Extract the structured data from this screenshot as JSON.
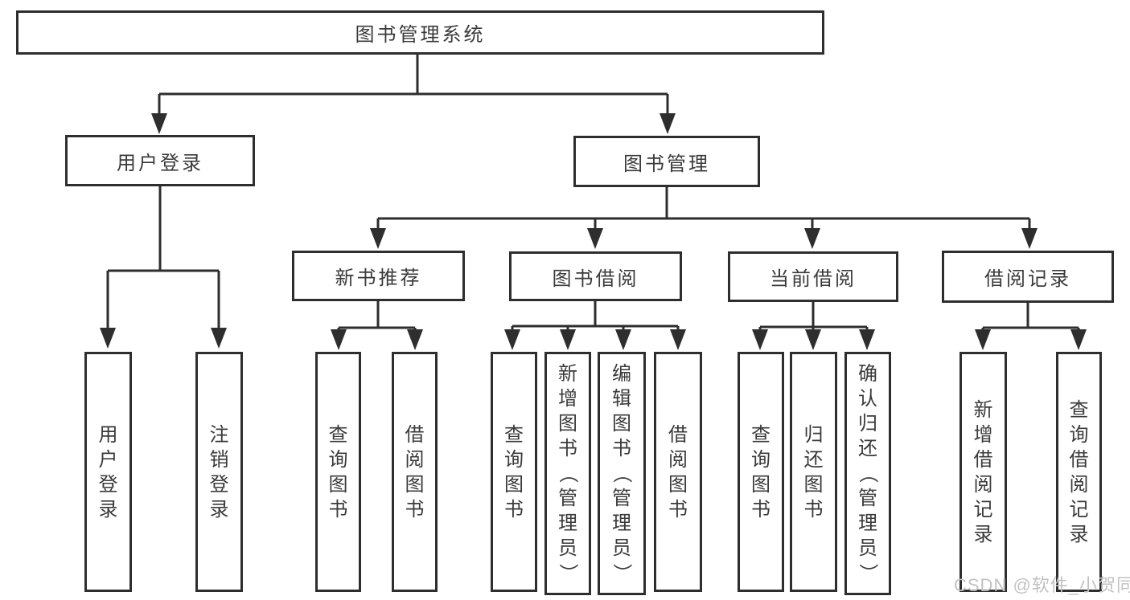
{
  "diagram": {
    "root": {
      "label": "图书管理系统",
      "children": [
        {
          "label": "用户登录",
          "children": [
            {
              "label": "用户登录"
            },
            {
              "label": "注销登录"
            }
          ]
        },
        {
          "label": "图书管理",
          "children": [
            {
              "label": "新书推荐",
              "children": [
                {
                  "label": "查询图书"
                },
                {
                  "label": "借阅图书"
                }
              ]
            },
            {
              "label": "图书借阅",
              "children": [
                {
                  "label": "查询图书"
                },
                {
                  "label": "新增图书（管理员）"
                },
                {
                  "label": "编辑图书（管理员）"
                },
                {
                  "label": "借阅图书"
                }
              ]
            },
            {
              "label": "当前借阅",
              "children": [
                {
                  "label": "查询图书"
                },
                {
                  "label": "归还图书"
                },
                {
                  "label": "确认归还（管理员）"
                }
              ]
            },
            {
              "label": "借阅记录",
              "children": [
                {
                  "label": "新增借阅记录"
                },
                {
                  "label": "查询借阅记录"
                }
              ]
            }
          ]
        }
      ]
    }
  },
  "watermark": {
    "text": "CSDN @软件_小贺同学"
  },
  "colors": {
    "line": "#2e2e2e",
    "box_border": "#2e2e2e",
    "box_fill": "#ffffff",
    "text": "#3a3a3a",
    "watermark": "#c2c2c2",
    "background": "#ffffff"
  }
}
